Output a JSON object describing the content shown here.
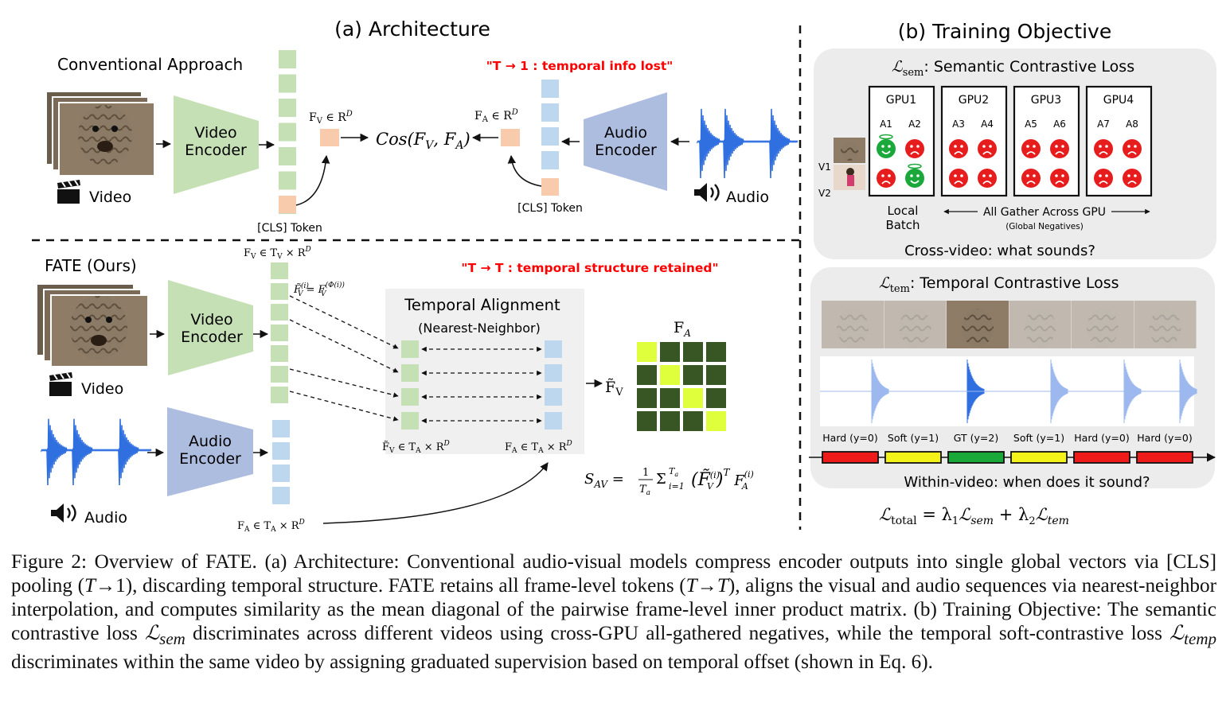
{
  "panel_a": {
    "title": "(a) Architecture",
    "conventional": {
      "heading": "Conventional Approach",
      "video_encoder_line1": "Video",
      "video_encoder_line2": "Encoder",
      "audio_encoder_line1": "Audio",
      "audio_encoder_line2": "Encoder",
      "video_label": "Video",
      "audio_label": "Audio",
      "cls_token_video": "[CLS] Token",
      "cls_token_audio": "[CLS] Token",
      "fv_label": "F",
      "fv_sub": "V",
      "fv_rest": " ∈ R",
      "fv_sup": "D",
      "fa_label": "F",
      "fa_sub": "A",
      "fa_rest": " ∈ R",
      "fa_sup": "D",
      "cos_formula": "Cos(F",
      "cos_sub1": "V",
      "cos_mid": ", F",
      "cos_sub2": "A",
      "cos_end": ")",
      "note": "\"T → 1 : temporal info lost\""
    },
    "fate": {
      "heading": "FATE (Ours)",
      "video_encoder_line1": "Video",
      "video_encoder_line2": "Encoder",
      "audio_encoder_line1": "Audio",
      "audio_encoder_line2": "Encoder",
      "video_label": "Video",
      "audio_label": "Audio",
      "fv_top": "F",
      "fv_top_sub": "V",
      "fv_top_rest": " ∈ T",
      "fv_top_sub2": "V",
      "fv_top_rest2": " × R",
      "fv_top_sup": "D",
      "interp_lhs": "F̃",
      "interp_lhs_sup": "(i)",
      "interp_lhs_sub": "V",
      "interp_eq": " = F",
      "interp_rhs_sup": "(Φ(i))",
      "interp_rhs_sub": "V",
      "note": "\"T → T : temporal structure retained\"",
      "alignment_title": "Temporal Alignment",
      "alignment_subtitle": "(Nearest-Neighbor)",
      "aligned_v_label": "F̃",
      "aligned_v_sub": "V",
      "aligned_v_rest": " ∈ T",
      "aligned_v_sub2": "A",
      "aligned_v_rest2": " × R",
      "aligned_v_sup": "D",
      "aligned_a_label": "F",
      "aligned_a_sub": "A",
      "aligned_a_rest": " ∈ T",
      "aligned_a_sub2": "A",
      "aligned_a_rest2": " × R",
      "aligned_a_sup": "D",
      "fa_bottom": "F",
      "fa_bottom_sub": "A",
      "fa_bottom_rest": " ∈ T",
      "fa_bottom_sub2": "A",
      "fa_bottom_rest2": " × R",
      "fa_bottom_sup": "D",
      "output_fv": "F̃",
      "output_fv_sub": "V",
      "matrix_label": "F",
      "matrix_label_sub": "A",
      "score_lhs": "S",
      "score_lhs_sub": "AV",
      "score_eq": " = ",
      "score_frac_num": "1",
      "score_frac_den": "T",
      "score_frac_den_sub": "a",
      "score_sum": "Σ",
      "score_sum_sub": "i=1",
      "score_sum_sup": "T",
      "score_sum_sup_sub": "a",
      "score_term1": "(F̃",
      "score_term1_sup": "(i)",
      "score_term1_sub": "V",
      "score_term1_close": ")",
      "score_T": "T",
      "score_term2": " F",
      "score_term2_sup": "(i)",
      "score_term2_sub": "A"
    }
  },
  "panel_b": {
    "title": "(b) Training Objective",
    "sem": {
      "title_symbol": "ℒ",
      "title_sub": "sem",
      "title_text": ": Semantic Contrastive Loss",
      "gpus": [
        {
          "name": "GPU1",
          "a": "A1",
          "b": "A2"
        },
        {
          "name": "GPU2",
          "a": "A3",
          "b": "A4"
        },
        {
          "name": "GPU3",
          "a": "A5",
          "b": "A6"
        },
        {
          "name": "GPU4",
          "a": "A7",
          "b": "A8"
        }
      ],
      "v1": "V1",
      "v2": "V2",
      "local_batch_line1": "Local",
      "local_batch_line2": "Batch",
      "all_gather": "All Gather Across GPU",
      "global_negatives": "(Global Negatives)",
      "caption": "Cross-video: what sounds?"
    },
    "tem": {
      "title_symbol": "ℒ",
      "title_sub": "tem",
      "title_text": ": Temporal Contrastive Loss",
      "segments": [
        {
          "label": "Hard (y=0)",
          "color": "#ee1b1b"
        },
        {
          "label": "Soft (y=1)",
          "color": "#f3f31a"
        },
        {
          "label": "GT (y=2)",
          "color": "#1aa83a"
        },
        {
          "label": "Soft (y=1)",
          "color": "#f3f31a"
        },
        {
          "label": "Hard (y=0)",
          "color": "#ee1b1b"
        },
        {
          "label": "Hard (y=0)",
          "color": "#ee1b1b"
        }
      ],
      "caption": "Within-video: when does it sound?"
    },
    "total_loss": {
      "lhs": "ℒ",
      "lhs_sub": "total",
      "eq": " = λ",
      "l1": "1",
      "sem": "ℒ",
      "sem_sub": "sem",
      "plus": " + λ",
      "l2": "2",
      "tem": "ℒ",
      "tem_sub": "tem"
    }
  },
  "caption": {
    "label": "Figure 2:",
    "p1": " Overview of FATE. (a) Architecture: Conventional audio-visual models compress encoder outputs into single global vectors via [CLS] pooling (",
    "m1": "T",
    "p2": "→1), discarding temporal structure. FATE retains all frame-level tokens (",
    "m2": "T",
    "p3": "→",
    "m3": "T",
    "p4": "), aligns the visual and audio sequences via nearest-neighbor interpolation, and computes similarity as the mean diagonal of the pairwise frame-level inner product matrix. (b) Training Objective: The semantic contrastive loss ",
    "m4": "ℒ",
    "m4_sub": "sem",
    "p5": " discriminates across different videos using cross-GPU all-gathered negatives, while the temporal soft-contrastive loss ",
    "m5": "ℒ",
    "m5_sub": "temp",
    "p6": " discriminates within the same video by assigning graduated supervision based on temporal offset (shown in Eq. 6)."
  },
  "colors": {
    "video_encoder": "#c5e0b4",
    "audio_encoder": "#adbde0",
    "video_token": "#c5e0b4",
    "audio_token": "#bdd7ee",
    "cls_token": "#f8cbad",
    "red_note": "#ff0000",
    "waveform": "#2f6fe0",
    "matrix_dark": "#375623",
    "matrix_light": "#dfff3c"
  }
}
